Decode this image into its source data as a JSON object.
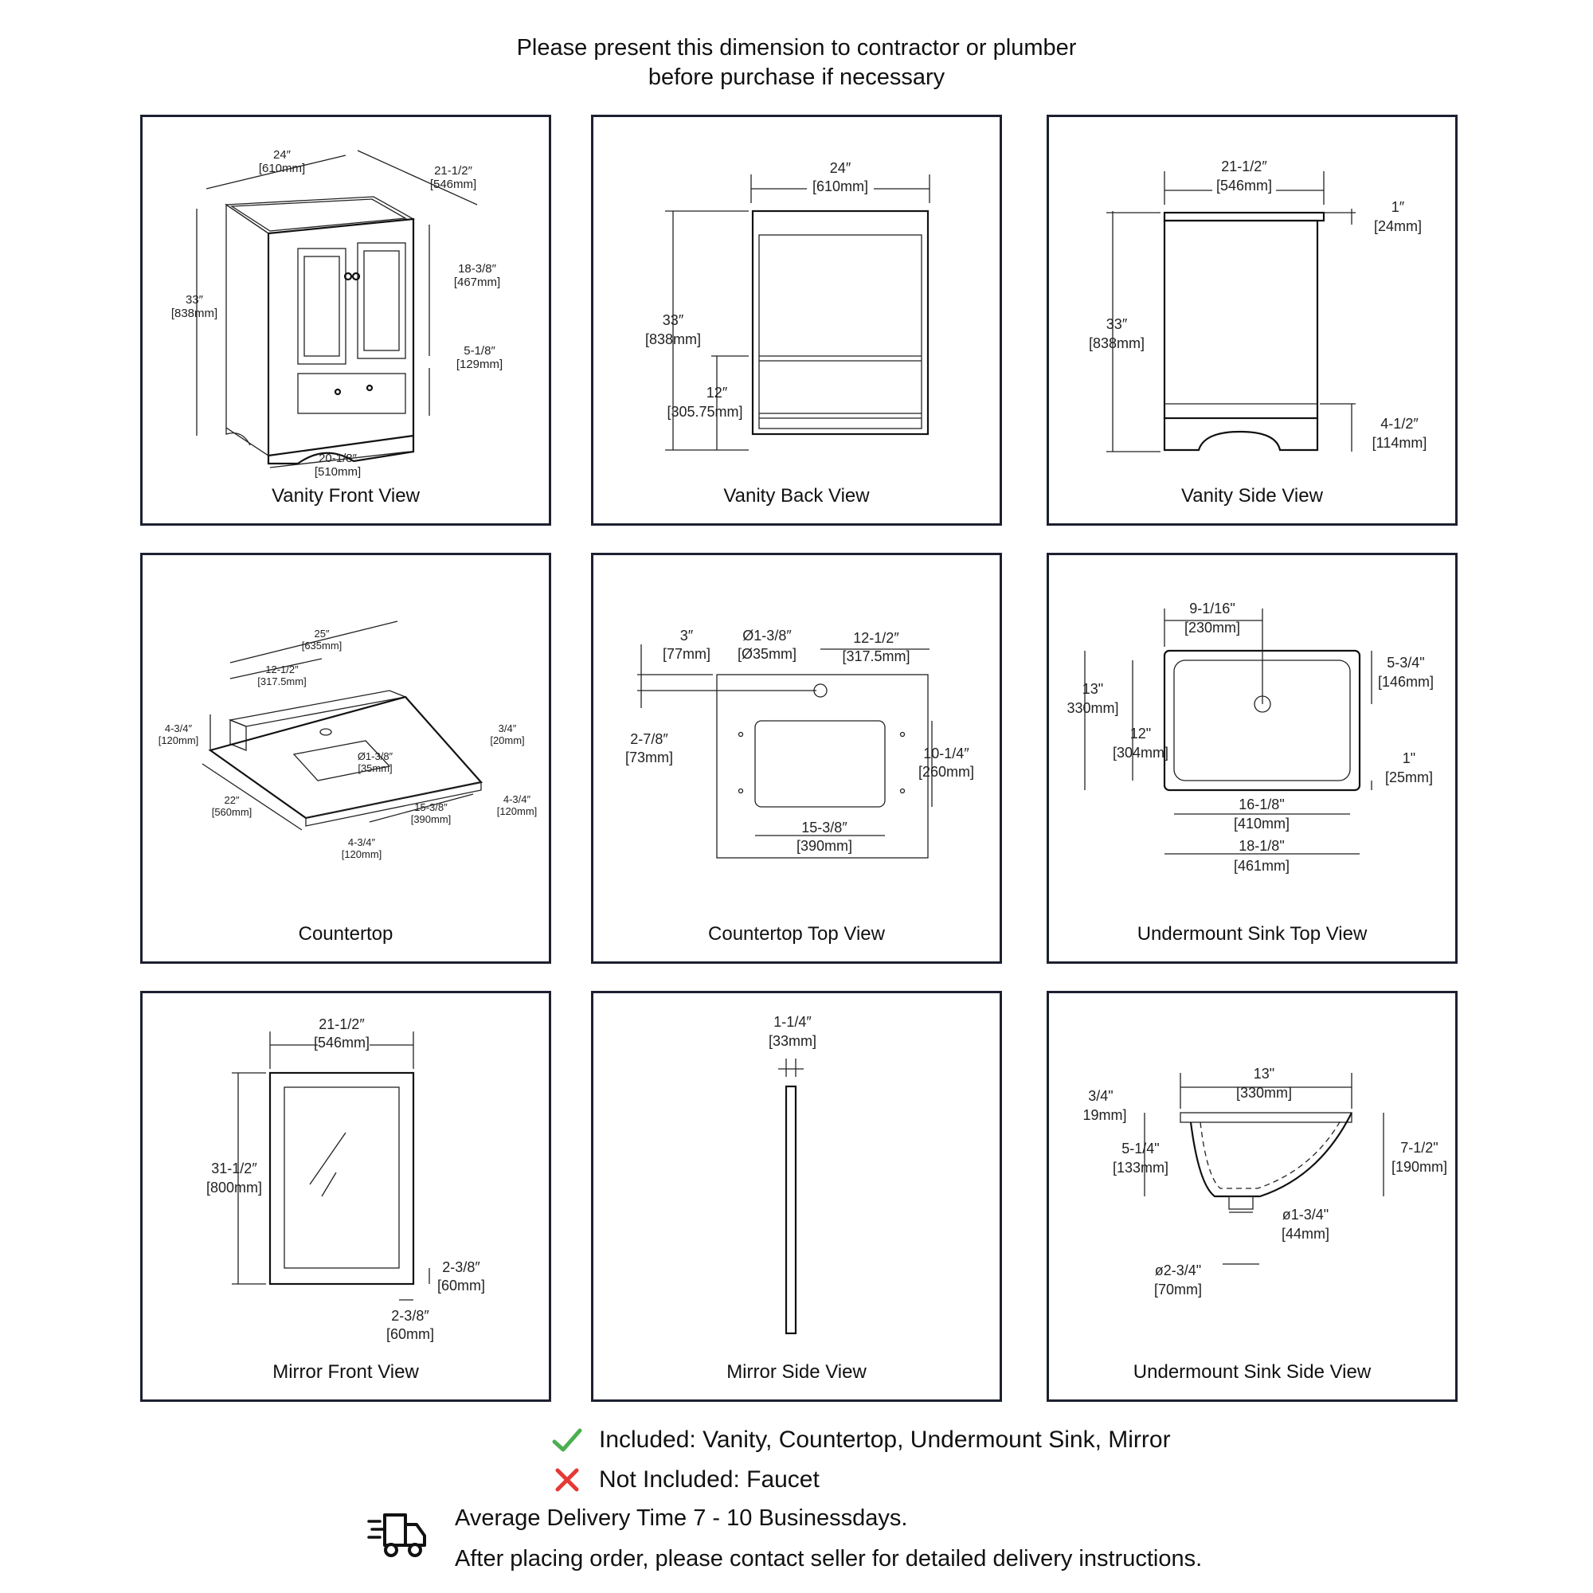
{
  "header": {
    "line1": "Please present this dimension to contractor or plumber",
    "line2": "before purchase if necessary"
  },
  "panels": {
    "vanity_front": {
      "caption": "Vanity Front View",
      "width_in": "24″",
      "width_mm": "[610mm]",
      "depth_in": "21-1/2″",
      "depth_mm": "[546mm]",
      "height_in": "33″",
      "height_mm": "[838mm]",
      "door_in": "18-3/8″",
      "door_mm": "[467mm]",
      "drawer_in": "5-1/8″",
      "drawer_mm": "[129mm]",
      "base_in": "20-1/8″",
      "base_mm": "[510mm]"
    },
    "vanity_back": {
      "caption": "Vanity Back View",
      "width_in": "24″",
      "width_mm": "[610mm]",
      "height_in": "33″",
      "height_mm": "[838mm]",
      "low_in": "12″",
      "low_mm": "[305.75mm]"
    },
    "vanity_side": {
      "caption": "Vanity Side View",
      "depth_in": "21-1/2″",
      "depth_mm": "[546mm]",
      "top_in": "1″",
      "top_mm": "[24mm]",
      "height_in": "33″",
      "height_mm": "[838mm]",
      "base_in": "4-1/2″",
      "base_mm": "[114mm]"
    },
    "countertop": {
      "caption": "Countertop",
      "width_in": "25″",
      "width_mm": "[635mm]",
      "half_in": "12-1/2″",
      "half_mm": "[317.5mm]",
      "splash_in": "4-3/4″",
      "splash_mm": "[120mm]",
      "thick_in": "3/4″",
      "thick_mm": "[20mm]",
      "hole_in": "Ø1-3/8″",
      "hole_mm": "[35mm]",
      "depth_in": "22″",
      "depth_mm": "[560mm]",
      "sink_in": "15-3/8″",
      "sink_mm": "[390mm]",
      "side_in": "4-3/4″",
      "side_mm": "[120mm]",
      "front_in": "4-3/4″",
      "front_mm": "[120mm]"
    },
    "countertop_top": {
      "caption": "Countertop Top View",
      "back_in": "3″",
      "back_mm": "[77mm]",
      "hole_in": "Ø1-3/8″",
      "hole_mm": "[Ø35mm]",
      "center_in": "12-1/2″",
      "center_mm": "[317.5mm]",
      "offset_in": "2-7/8″",
      "offset_mm": "[73mm]",
      "depth_in": "10-1/4″",
      "depth_mm": "[260mm]",
      "width_in": "15-3/8″",
      "width_mm": "[390mm]"
    },
    "sink_top": {
      "caption": "Undermount Sink Top View",
      "drain_in": "9-1/16\"",
      "drain_mm": "[230mm]",
      "outer_in": "13\"",
      "outer_mm": "330mm]",
      "inner_in": "12\"",
      "inner_mm": "[304mm]",
      "drain_back_in": "5-3/4\"",
      "drain_back_mm": "[146mm]",
      "rim_in": "1\"",
      "rim_mm": "[25mm]",
      "inner_w_in": "16-1/8\"",
      "inner_w_mm": "[410mm]",
      "outer_w_in": "18-1/8\"",
      "outer_w_mm": "[461mm]"
    },
    "mirror_front": {
      "caption": "Mirror Front View",
      "width_in": "21-1/2″",
      "width_mm": "[546mm]",
      "height_in": "31-1/2″",
      "height_mm": "[800mm]",
      "frame_in": "2-3/8″",
      "frame_mm": "[60mm]",
      "frame2_in": "2-3/8″",
      "frame2_mm": "[60mm]"
    },
    "mirror_side": {
      "caption": "Mirror Side View",
      "thick_in": "1-1/4″",
      "thick_mm": "[33mm]"
    },
    "sink_side": {
      "caption": "Undermount Sink Side View",
      "width_in": "13\"",
      "width_mm": "[330mm]",
      "rim_in": "3/4\"",
      "rim_mm": "19mm]",
      "inner_in": "5-1/4\"",
      "inner_mm": "[133mm]",
      "depth_in": "7-1/2\"",
      "depth_mm": "[190mm]",
      "drain_in": "ø1-3/4\"",
      "drain_mm": "[44mm]",
      "outer_in": "ø2-3/4\"",
      "outer_mm": "[70mm]"
    }
  },
  "footer": {
    "included": "Included: Vanity, Countertop, Undermount Sink, Mirror",
    "not_included": "Not Included: Faucet",
    "delivery_time": "Average Delivery Time 7 - 10 Businessdays.",
    "delivery_note": "After placing order, please contact seller for detailed delivery instructions.",
    "check_color": "#4caf50",
    "cross_color": "#e53935"
  }
}
